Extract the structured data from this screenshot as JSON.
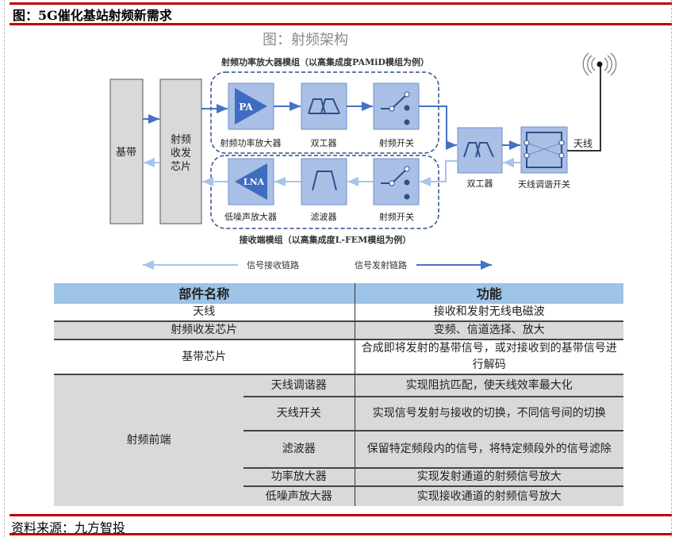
{
  "figure_title": "图：5G催化基站射频新需求",
  "source": "资料来源：九方智投",
  "diagram": {
    "title": "图：射频架构",
    "tx_module_label": "射频功率放大器模组（以高集成度PAMiD模组为例）",
    "rx_module_label": "接收端模组（以高集成度L-FEM模组为例）",
    "baseband": "基带",
    "transceiver_lines": [
      "射频",
      "收发",
      "芯片"
    ],
    "pa_glyph": "PA",
    "lna_glyph": "LNA",
    "tx_blocks": [
      "射频功率放大器",
      "双工器",
      "射频开关"
    ],
    "rx_blocks": [
      "低噪声放大器",
      "滤波器",
      "射频开关"
    ],
    "duplexer": "双工器",
    "antenna_tuner": "天线调谐开关",
    "antenna": "天线",
    "legend_rx": "信号接收链路",
    "legend_tx": "信号发射链路",
    "colors": {
      "tx": "#4472c4",
      "rx": "#a9c4eb",
      "block": "#a9bfe6"
    }
  },
  "table": {
    "headers": [
      "部件名称",
      "功能"
    ],
    "rows": [
      {
        "name": "天线",
        "function": "接收和发射无线电磁波"
      },
      {
        "name": "射频收发芯片",
        "function": "变频、信道选择、放大"
      },
      {
        "name": "基带芯片",
        "function": "合成即将发射的基带信号，或对接收到的基带信号进行解码"
      }
    ],
    "group": {
      "name": "射频前端",
      "items": [
        {
          "name": "天线调谐器",
          "function": "实现阻抗匹配，使天线效率最大化"
        },
        {
          "name": "天线开关",
          "function": "实现信号发射与接收的切换，不同信号间的切换"
        },
        {
          "name": "滤波器",
          "function": "保留特定频段内的信号，将特定频段外的信号滤除"
        },
        {
          "name": "功率放大器",
          "function": "实现发射通道的射频信号放大"
        },
        {
          "name": "低噪声放大器",
          "function": "实现接收通道的射频信号放大"
        }
      ]
    }
  }
}
